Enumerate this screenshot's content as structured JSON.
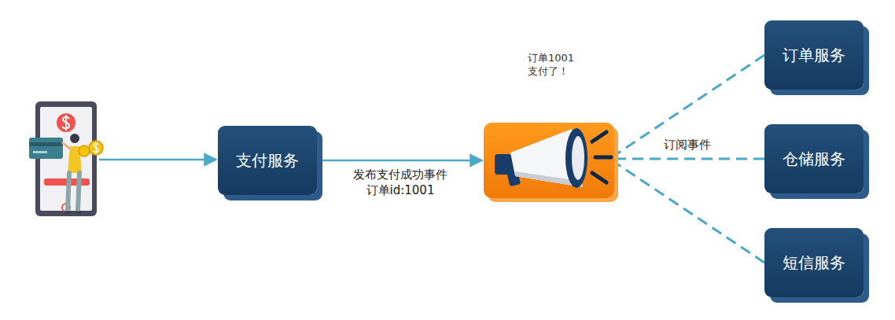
{
  "diagram": {
    "nodes": [
      {
        "text": [
          "支付服务"
        ]
      },
      {
        "text": [
          "订单1001 支付了！"
        ]
      },
      {
        "text": [
          "订单服务"
        ]
      },
      {
        "text": [
          "仓储服务"
        ]
      },
      {
        "text": [
          "短信服务"
        ]
      }
    ],
    "edges": [
      {
        "from": 0,
        "to": 1,
        "label": "发布支付成功事件 订单id:1001",
        "arrow": "to"
      },
      {
        "from": 2,
        "to": 1,
        "arrow": "none"
      },
      {
        "from": 3,
        "to": 1,
        "label": "订阅事件",
        "arrow": "none"
      },
      {
        "from": 4,
        "to": 1,
        "arrow": "none"
      }
    ]
  }
}
